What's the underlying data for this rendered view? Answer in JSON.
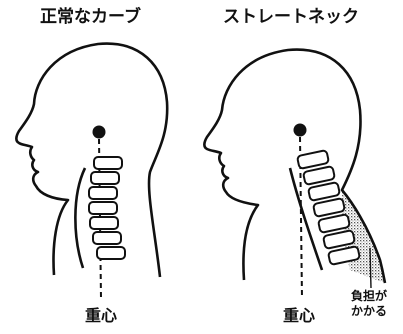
{
  "left_panel": {
    "title": "正常なカーブ",
    "center_label": "重心"
  },
  "right_panel": {
    "title": "ストレートネック",
    "center_label": "重心"
  },
  "burden_label": {
    "line1": "負担が",
    "line2": "かかる"
  },
  "colors": {
    "ink": "#111111",
    "shade": "#888888",
    "paper": "#ffffff"
  }
}
